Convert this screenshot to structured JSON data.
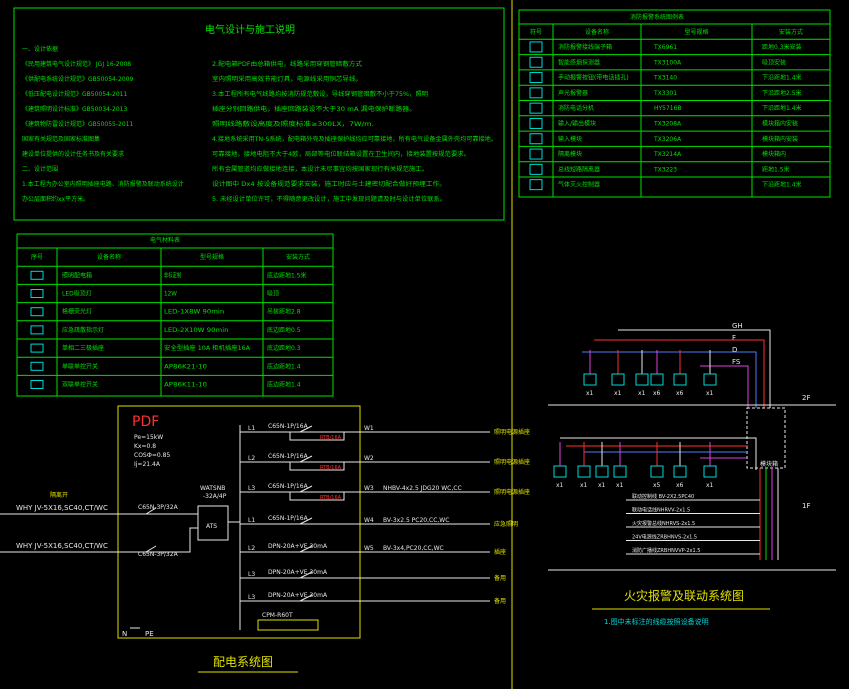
{
  "colors": {
    "green": "#00e000",
    "yellow": "#e0e000",
    "white": "#e8e8e8",
    "red": "#ff3030",
    "magenta": "#e040e0",
    "cyan": "#00d8d8",
    "pink": "#ff5c8a",
    "blue": "#4a7cff"
  },
  "notes": {
    "title": "电气设计与施工说明",
    "left_lines": [
      "一、设计依据",
      "《民用建筑电气设计规范》 JGJ 16-2008",
      "《供配电系统设计规范》GB50054-2009",
      "《低压配电设计规范》GB50054-2011",
      "《建筑照明设计标准》GB50034-2013",
      "《建筑物防雷设计规范》GB50055-2011",
      "国家有关规范及国家标准图集",
      "建设单位提供的设计任务书及有关要求",
      "二、设计范围",
      "1.本工程为办公室内照明插座电路、消防报警及联动系统设计",
      "  办公层面积约xx平方米。"
    ],
    "right_lines": [
      "2.配电箱PDF由总箱供电，线路采用穿钢管暗敷方式",
      "  室内照明采用高效节能灯具，电源线采用铜芯导线。",
      "3.本工程所有电气线路均按消防规范敷设，导线穿钢管暗敷不小于75%，照明",
      "  插座分别回路供电，插座回路装设不大于30 mA 漏电保护断路器。",
      "  照明线路敷设高度及照度标准≥300LX，7W/m.",
      "4.接地系统采用TN-S系统，配电箱外壳及插座保护线均应可靠接地，所有电气设备金属外壳均可靠接地。",
      "  可靠接地，接地电阻不大于4欧，局部等电位联结箱设置在卫生间内，接地装置按规范要求。",
      "  所有金属管道均应做接地连接，本设计未尽事宜均按国家现行有关规范施工。",
      "  设计图中 Dx4 按设备规范要求安装，施工时应与土建密切配合做好预埋工作。",
      "5. 未经设计单位许可，不得随意更改设计，施工中发现问题请及时与设计单位联系。"
    ]
  },
  "legend_fire": {
    "title": "消防报警系统图例表",
    "headers": [
      "符号",
      "设备名称",
      "型号规格",
      "安装方式"
    ],
    "rows": [
      {
        "name": "消防报警接线端子箱",
        "model": "TX6961",
        "install": "距地0.3米安装"
      },
      {
        "name": "智能感烟探测器",
        "model": "TX3100A",
        "install": "吸顶安装"
      },
      {
        "name": "手动报警按钮(带电话插孔)",
        "model": "TX3140",
        "install": "下沿距地1.4米"
      },
      {
        "name": "声光报警器",
        "model": "TX3301",
        "install": "下沿距地2.5米"
      },
      {
        "name": "消防电话分机",
        "model": "HY5716B",
        "install": "下沿距地1.4米"
      },
      {
        "name": "输入/输出模块",
        "model": "TX3208A",
        "install": "模块箱内安装"
      },
      {
        "name": "输入模块",
        "model": "TX3206A",
        "install": "模块箱内安装"
      },
      {
        "name": "隔离模块",
        "model": "TX3214A",
        "install": "模块箱内"
      },
      {
        "name": "总线短路隔离器",
        "model": "TX3223",
        "install": "距地1.5米"
      },
      {
        "name": "气体灭火控制器",
        "model": "",
        "install": "下沿距地1.4米"
      }
    ]
  },
  "legend_elec": {
    "title": "电气材料表",
    "headers": [
      "序号",
      "设备名称",
      "型号规格",
      "安装方式"
    ],
    "rows": [
      {
        "name": "照明配电箱",
        "model": "非标定制",
        "install": "底边距地1.5米"
      },
      {
        "name": "LED吸顶灯",
        "model": "12W",
        "install": "吸顶"
      },
      {
        "name": "格栅荧光灯",
        "model": "LED-1X8W 90min",
        "install": "吊装距地2.8"
      },
      {
        "name": "应急疏散指示灯",
        "model": "LED-2X10W 90min",
        "install": "底边距地0.5"
      },
      {
        "name": "单相二三极插座",
        "model": "安全型插座 10A    柜机插座16A",
        "install": "底边距地0.3"
      },
      {
        "name": "单联单控开关",
        "model": "AP86K21-10",
        "install": "底边距地1.4"
      },
      {
        "name": "双联单控开关",
        "model": "AP86K11-10",
        "install": "底边距地1.4"
      }
    ]
  },
  "distribution": {
    "title": "配电系统图",
    "panel_name": "PDF",
    "panel_params": [
      "Pe=15kW",
      "Kx=0.8",
      "COSФ=0.85",
      "Ij=21.4A"
    ],
    "feeder_labels": [
      "隔离开",
      "WHY JV-5X16,SC40,CT/WC",
      "WHY JV-5X16,SC40,CT/WC"
    ],
    "incoming_breakers": [
      "C65N-3P/32A",
      "C65N-3P/32A"
    ],
    "ats_label": "WATSNB\n-32A/4P",
    "ats_short": "ATS",
    "circuits": [
      {
        "phase": "L1",
        "breaker": "C65N-1P/16A",
        "rcd": "RTB/16A",
        "wire": "",
        "circuit": "W1",
        "load": "照明电源插座"
      },
      {
        "phase": "L2",
        "breaker": "C65N-1P/16A",
        "rcd": "RTB/16A",
        "wire": "",
        "circuit": "W2",
        "load": "照明电源插座"
      },
      {
        "phase": "L3",
        "breaker": "C65N-1P/16A",
        "rcd": "RTB/16A",
        "wire": "NHBV-4x2.5  JDG20 WC,CC",
        "circuit": "W3",
        "load": "照明电源插座"
      },
      {
        "phase": "L1",
        "breaker": "C65N-1P/16A",
        "rcd": "",
        "wire": "BV-3x2.5 PC20,CC,WC",
        "circuit": "W4",
        "load": "应急照明"
      },
      {
        "phase": "L2",
        "breaker": "DPN-20A+VE 30mA",
        "rcd": "",
        "wire": "BV-3x4,PC20,CC,WC",
        "circuit": "W5",
        "load": "插座"
      },
      {
        "phase": "L3",
        "breaker": "DPN-20A+VE 30mA",
        "rcd": "",
        "wire": "",
        "circuit": "",
        "load": "备用"
      },
      {
        "phase": "L3",
        "breaker": "DPN-20A+VE 30mA",
        "rcd": "",
        "wire": "",
        "circuit": "",
        "load": "备用"
      }
    ],
    "spd_label": "CPM-R60T",
    "n_label": "N",
    "pe_label": "PE"
  },
  "fire_system": {
    "title": "火灾报警及联动系统图",
    "note": "1.图中未标注的线缆按照设备说明",
    "bus_labels": [
      "GH",
      "F",
      "D",
      "FS"
    ],
    "floor_labels": [
      "2F",
      "1F"
    ],
    "device_counts_2f": [
      "x1",
      "x1",
      "x1",
      "x6",
      "x6",
      "x1"
    ],
    "device_counts_1f": [
      "x1",
      "x1",
      "x1",
      "x1",
      "x5",
      "x6",
      "x1"
    ],
    "panel_label": "模块箱",
    "cable_labels": [
      "联动控制线 BV-2X2.5PC40",
      "联动电话线NHRVV-2x1.5",
      "火灾报警总线NHRVS-2x1.5",
      "24V电源线ZRBHNVS-2x1.5",
      "消防广播线ZRBHNVVP-2x1.5"
    ]
  }
}
